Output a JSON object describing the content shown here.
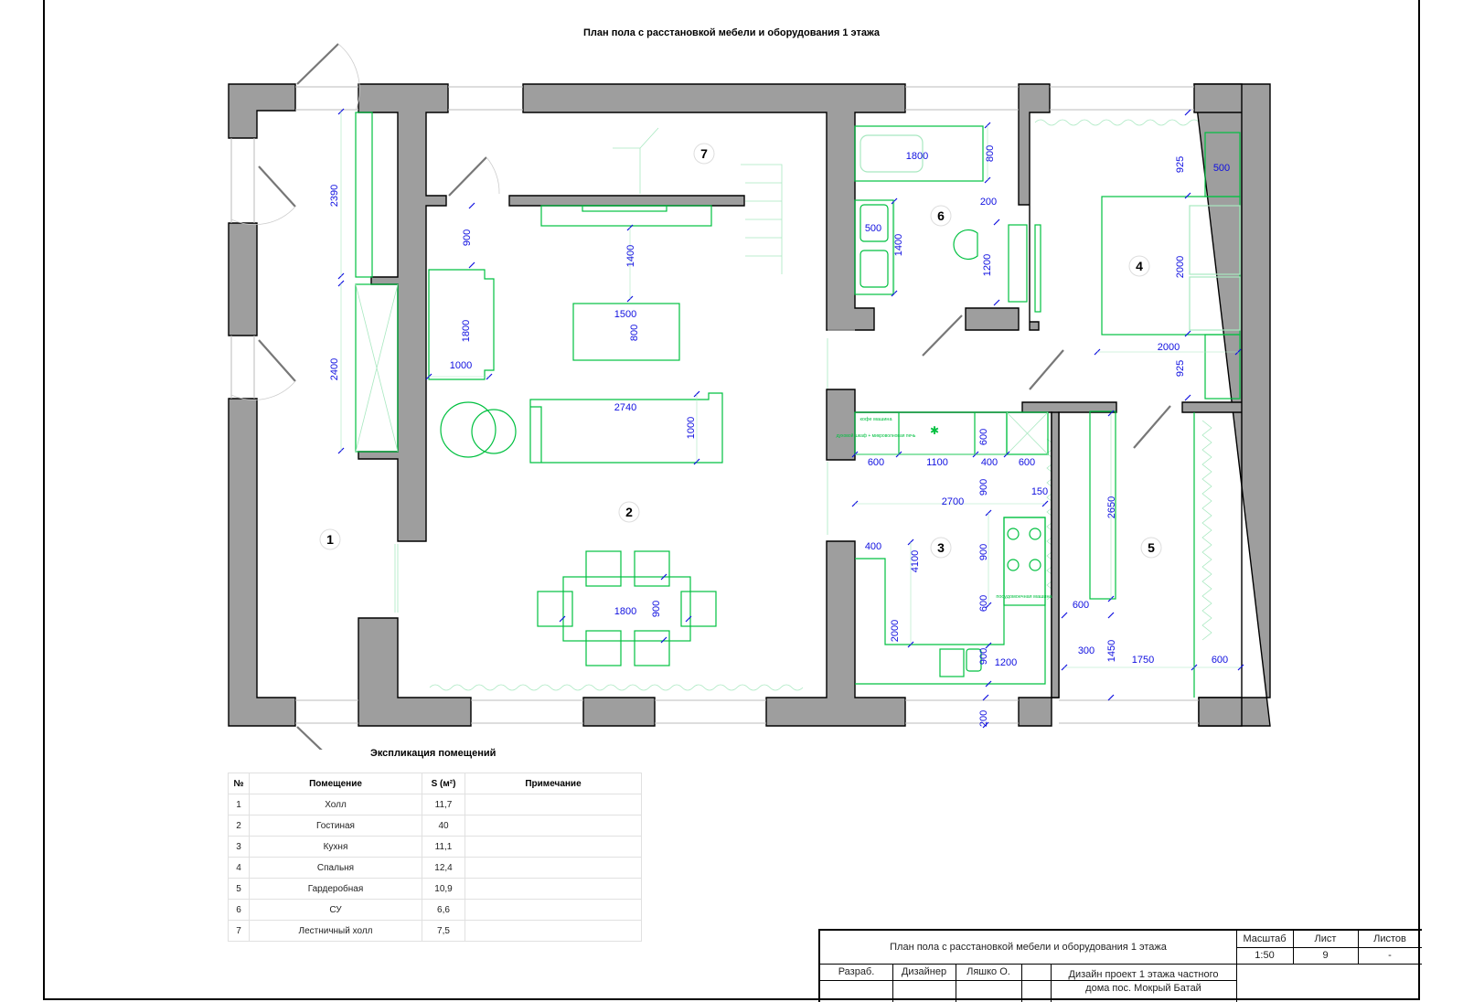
{
  "plan": {
    "title": "План пола с расстановкой мебели и оборудования 1 этажа",
    "rooms": [
      {
        "num": "1"
      },
      {
        "num": "2"
      },
      {
        "num": "3"
      },
      {
        "num": "4"
      },
      {
        "num": "5"
      },
      {
        "num": "6"
      },
      {
        "num": "7"
      }
    ],
    "dims": [
      "2390",
      "2400",
      "900",
      "1800",
      "1000",
      "1400",
      "1500",
      "800",
      "2740",
      "1000",
      "1800",
      "900",
      "1800",
      "800",
      "500",
      "1400",
      "200",
      "1200",
      "925",
      "500",
      "2000",
      "2000",
      "925",
      "600",
      "1100",
      "400",
      "600",
      "600",
      "900",
      "150",
      "2700",
      "400",
      "4100",
      "900",
      "600",
      "2000",
      "1200",
      "900",
      "200",
      "2650",
      "600",
      "300",
      "1450",
      "1750",
      "600"
    ],
    "kitchen_labels": {
      "coffee": "кофе машина",
      "oven": "духовой шкаф + микроволновая печь",
      "dishwasher": "посудомоечная машина"
    }
  },
  "explication": {
    "title": "Экспликация помещений",
    "headers": [
      "№",
      "Помещение",
      "S (м²)",
      "Примечание"
    ],
    "rows": [
      {
        "n": "1",
        "name": "Холл",
        "s": "11,7",
        "note": ""
      },
      {
        "n": "2",
        "name": "Гостиная",
        "s": "40",
        "note": ""
      },
      {
        "n": "3",
        "name": "Кухня",
        "s": "11,1",
        "note": ""
      },
      {
        "n": "4",
        "name": "Спальня",
        "s": "12,4",
        "note": ""
      },
      {
        "n": "5",
        "name": "Гардеробная",
        "s": "10,9",
        "note": ""
      },
      {
        "n": "6",
        "name": "СУ",
        "s": "6,6",
        "note": ""
      },
      {
        "n": "7",
        "name": "Лестничный холл",
        "s": "7,5",
        "note": ""
      }
    ]
  },
  "stamp": {
    "title": "План пола с расстановкой мебели и оборудования 1 этажа",
    "scale_label": "Масштаб",
    "sheet_label": "Лист",
    "sheets_label": "Листов",
    "scale_value": "1:50",
    "sheet_value": "9",
    "sheets_value": "-",
    "developed_label": "Разраб.",
    "role": "Дизайнер",
    "author": "Ляшко О.",
    "project_line1": "Дизайн проект 1 этажа частного",
    "project_line2": "дома пос. Мокрый Батай"
  },
  "colors": {
    "wall": "#9e9e9e",
    "furniture": "#00c040",
    "dimension": "#1010e0",
    "faint": "#a8e8c0"
  }
}
